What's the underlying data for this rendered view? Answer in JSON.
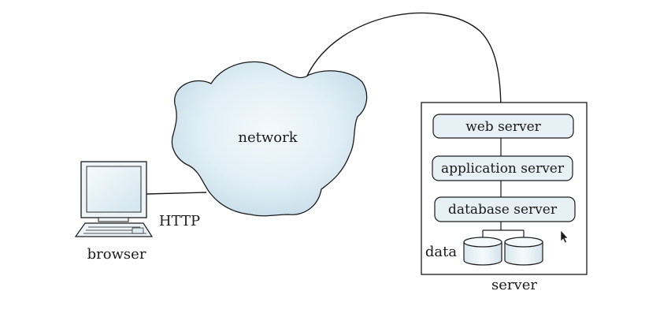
{
  "labels": {
    "network": "network",
    "http": "HTTP",
    "browser": "browser",
    "server": "server",
    "data": "data"
  },
  "server_components": [
    "web server",
    "application server",
    "database server"
  ],
  "colors": {
    "line": "#1a1a1a",
    "cloud_fill_center": "#f2f8fb",
    "cloud_fill_edge": "#c9dfe9",
    "box_fill": "#e7f0f4",
    "screen_fill": "#dcebf2",
    "background": "#ffffff"
  },
  "icons": {
    "client": "computer-icon",
    "storage": "database-cylinder-icon",
    "pointer": "mouse-cursor-icon"
  }
}
